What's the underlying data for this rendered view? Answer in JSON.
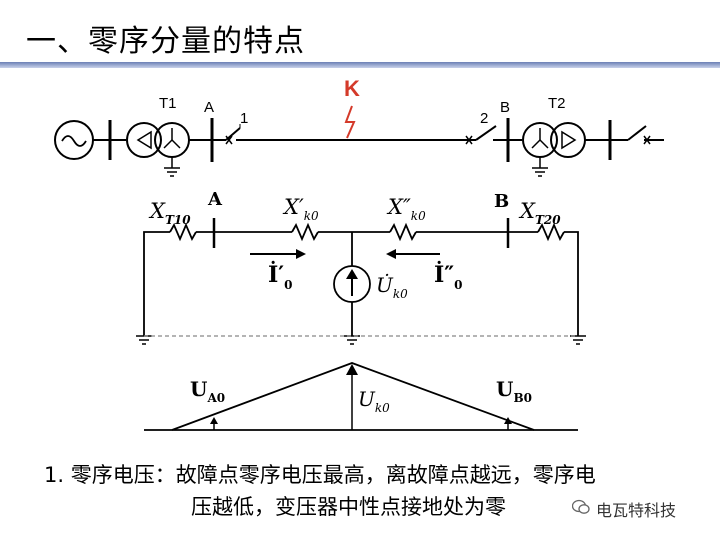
{
  "title": "一、零序分量的特点",
  "one_line": {
    "t1_label": "T1",
    "a_label": "A",
    "fault_label": "K",
    "node1_label": "1",
    "node2_label": "2",
    "b_label": "B",
    "t2_label": "T2"
  },
  "equivalent_circuit": {
    "a_label": "A",
    "b_label": "B",
    "xt10": {
      "main": "X",
      "sub": "T10"
    },
    "xk0p": {
      "main": "X′",
      "sub": "k0"
    },
    "xk0pp": {
      "main": "X″",
      "sub": "k0"
    },
    "xt20": {
      "main": "X",
      "sub": "T20"
    },
    "i0p": {
      "main": "İ′",
      "sub": "0"
    },
    "i0pp": {
      "main": "İ″",
      "sub": "0"
    },
    "uk0_source": {
      "main": "U̇",
      "sub": "k0"
    }
  },
  "voltage_profile": {
    "ua0": {
      "main": "U",
      "sub": "A0"
    },
    "uk0": {
      "main": "U",
      "sub": "k0"
    },
    "ub0": {
      "main": "U",
      "sub": "B0"
    }
  },
  "note": {
    "line1": "1. 零序电压：故障点零序电压最高，离故障点越远，零序电",
    "line2": "压越低，变压器中性点接地处为零"
  },
  "watermark": "电瓦特科技",
  "colors": {
    "fault": "#d43a2a",
    "title_bar": "#7a8cc0",
    "line": "#000000"
  }
}
